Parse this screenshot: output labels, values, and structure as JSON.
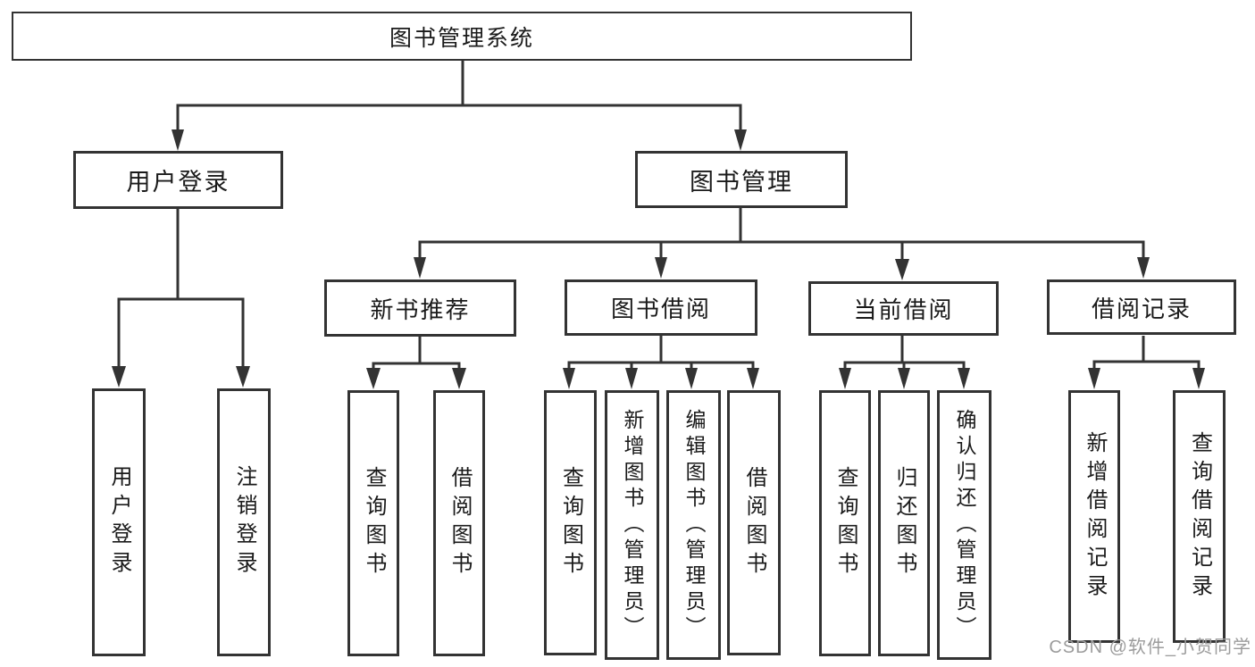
{
  "diagram": {
    "title": "图书管理系统",
    "root": {
      "label": "图书管理系统"
    },
    "level2": [
      {
        "id": "user-login",
        "label": "用户登录"
      },
      {
        "id": "book-management",
        "label": "图书管理"
      }
    ],
    "level3": [
      {
        "id": "new-book-recommend",
        "label": "新书推荐",
        "parent": "book-management"
      },
      {
        "id": "book-borrow",
        "label": "图书借阅",
        "parent": "book-management"
      },
      {
        "id": "current-borrow",
        "label": "当前借阅",
        "parent": "book-management"
      },
      {
        "id": "borrow-records",
        "label": "借阅记录",
        "parent": "book-management"
      }
    ],
    "leaves": [
      {
        "label": "用户登录",
        "parent": "user-login"
      },
      {
        "label": "注销登录",
        "parent": "user-login"
      },
      {
        "label": "查询图书",
        "parent": "new-book-recommend"
      },
      {
        "label": "借阅图书",
        "parent": "new-book-recommend"
      },
      {
        "label": "查询图书",
        "parent": "book-borrow"
      },
      {
        "label": "新增图书（管理员）",
        "parent": "book-borrow"
      },
      {
        "label": "编辑图书（管理员）",
        "parent": "book-borrow"
      },
      {
        "label": "借阅图书",
        "parent": "book-borrow"
      },
      {
        "label": "查询图书",
        "parent": "current-borrow"
      },
      {
        "label": "归还图书",
        "parent": "current-borrow"
      },
      {
        "label": "确认归还（管理员）",
        "parent": "current-borrow"
      },
      {
        "label": "新增借阅记录",
        "parent": "borrow-records"
      },
      {
        "label": "查询借阅记录",
        "parent": "borrow-records"
      }
    ]
  },
  "watermark": {
    "text": "CSDN @软件_小贺同学"
  },
  "colors": {
    "line": "#333333",
    "box_border": "#333333",
    "text": "#1a1a1a",
    "background": "#ffffff",
    "watermark": "#9c9c9c"
  }
}
